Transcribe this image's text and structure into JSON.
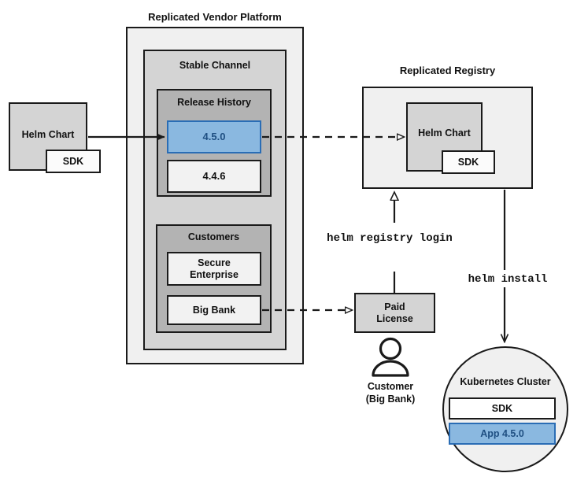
{
  "diagram": {
    "title_vendor_platform": "Replicated Vendor Platform",
    "title_registry": "Replicated Registry",
    "groups": {
      "stable_channel": "Stable Channel",
      "release_history": "Release History",
      "customers": "Customers",
      "kubernetes_cluster": "Kubernetes Cluster"
    },
    "nodes": {
      "helm_chart_source": "Helm Chart",
      "helm_chart_source_sdk": "SDK",
      "release_current": "4.5.0",
      "release_previous": "4.4.6",
      "customer_secure_enterprise": "Secure\nEnterprise",
      "customer_big_bank": "Big Bank",
      "helm_chart_registry": "Helm Chart",
      "helm_chart_registry_sdk": "SDK",
      "paid_license": "Paid\nLicense",
      "customer_person": "Customer\n(Big Bank)",
      "cluster_sdk": "SDK",
      "cluster_app": "App 4.5.0"
    },
    "commands": {
      "registry_login": "helm registry login",
      "install": "helm install"
    },
    "colors": {
      "accent_fill": "#8ab8e0",
      "accent_border": "#2a6db5",
      "accent_text": "#1f4f82",
      "outer_fill": "#f0f0f0",
      "mid_fill": "#d4d4d4",
      "inner_fill": "#b3b3b3",
      "node_fill": "#f2f2f2",
      "stroke": "#1a1a1a"
    }
  }
}
